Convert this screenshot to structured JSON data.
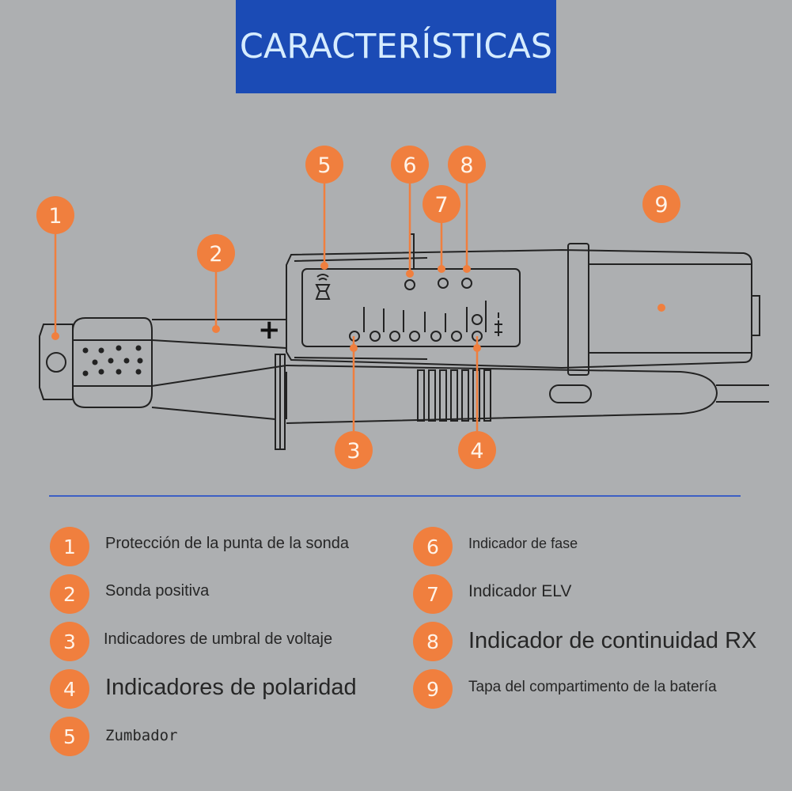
{
  "title": "CARACTERÍSTICAS",
  "colors": {
    "background": "#adafb1",
    "title_box": "#1b4bb5",
    "marker": "#f07f3e",
    "divider": "#3d5fc4",
    "outline": "#222222"
  },
  "markers": [
    "1",
    "2",
    "3",
    "4",
    "5",
    "6",
    "7",
    "8",
    "9"
  ],
  "device_symbols": {
    "plus": "+",
    "buzzer": "buzzer-icon"
  },
  "legend": [
    {
      "num": "1",
      "label": "Protección de la punta de la sonda"
    },
    {
      "num": "2",
      "label": "Sonda positiva"
    },
    {
      "num": "3",
      "label": "Indicadores de umbral de voltaje"
    },
    {
      "num": "4",
      "label": "Indicadores de polaridad"
    },
    {
      "num": "5",
      "label": "Zumbador"
    },
    {
      "num": "6",
      "label": "Indicador de fase"
    },
    {
      "num": "7",
      "label": "Indicador ELV"
    },
    {
      "num": "8",
      "label": "Indicador de continuidad RX"
    },
    {
      "num": "9",
      "label": "Tapa del compartimento de la batería"
    }
  ]
}
